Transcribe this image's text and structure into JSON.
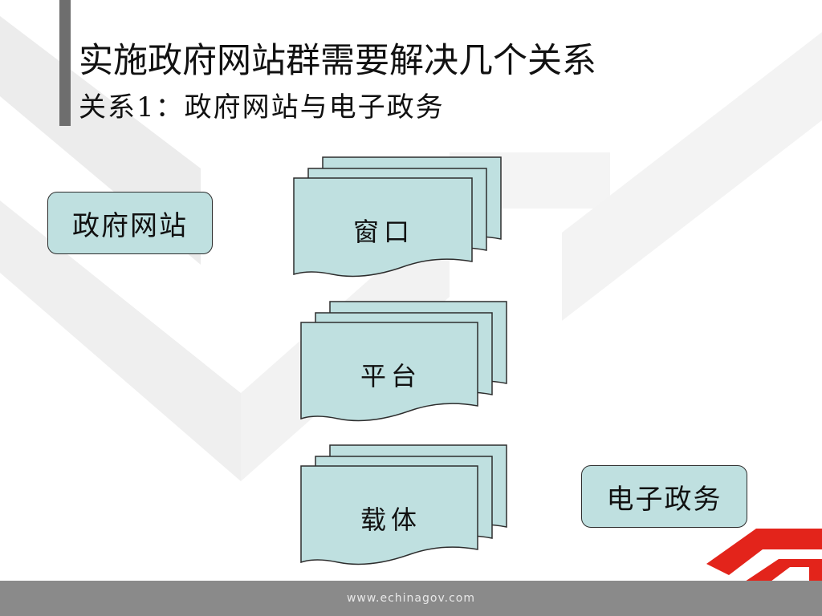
{
  "slide": {
    "title": "实施政府网站群需要解决几个关系",
    "subtitle": "关系1：政府网站与电子政务"
  },
  "diagram": {
    "left_node": "政府网站",
    "right_node": "电子政务",
    "stacks": [
      {
        "label": "窗口"
      },
      {
        "label": "平台"
      },
      {
        "label": "载体"
      }
    ]
  },
  "footer": {
    "url": "www.echinagov.com"
  },
  "colors": {
    "box_fill": "#bfe0e0",
    "box_stroke": "#2d2d2d",
    "footer_bg": "#8a8a8a",
    "accent_bar": "#6e6e6e",
    "logo_red": "#e3241b"
  }
}
